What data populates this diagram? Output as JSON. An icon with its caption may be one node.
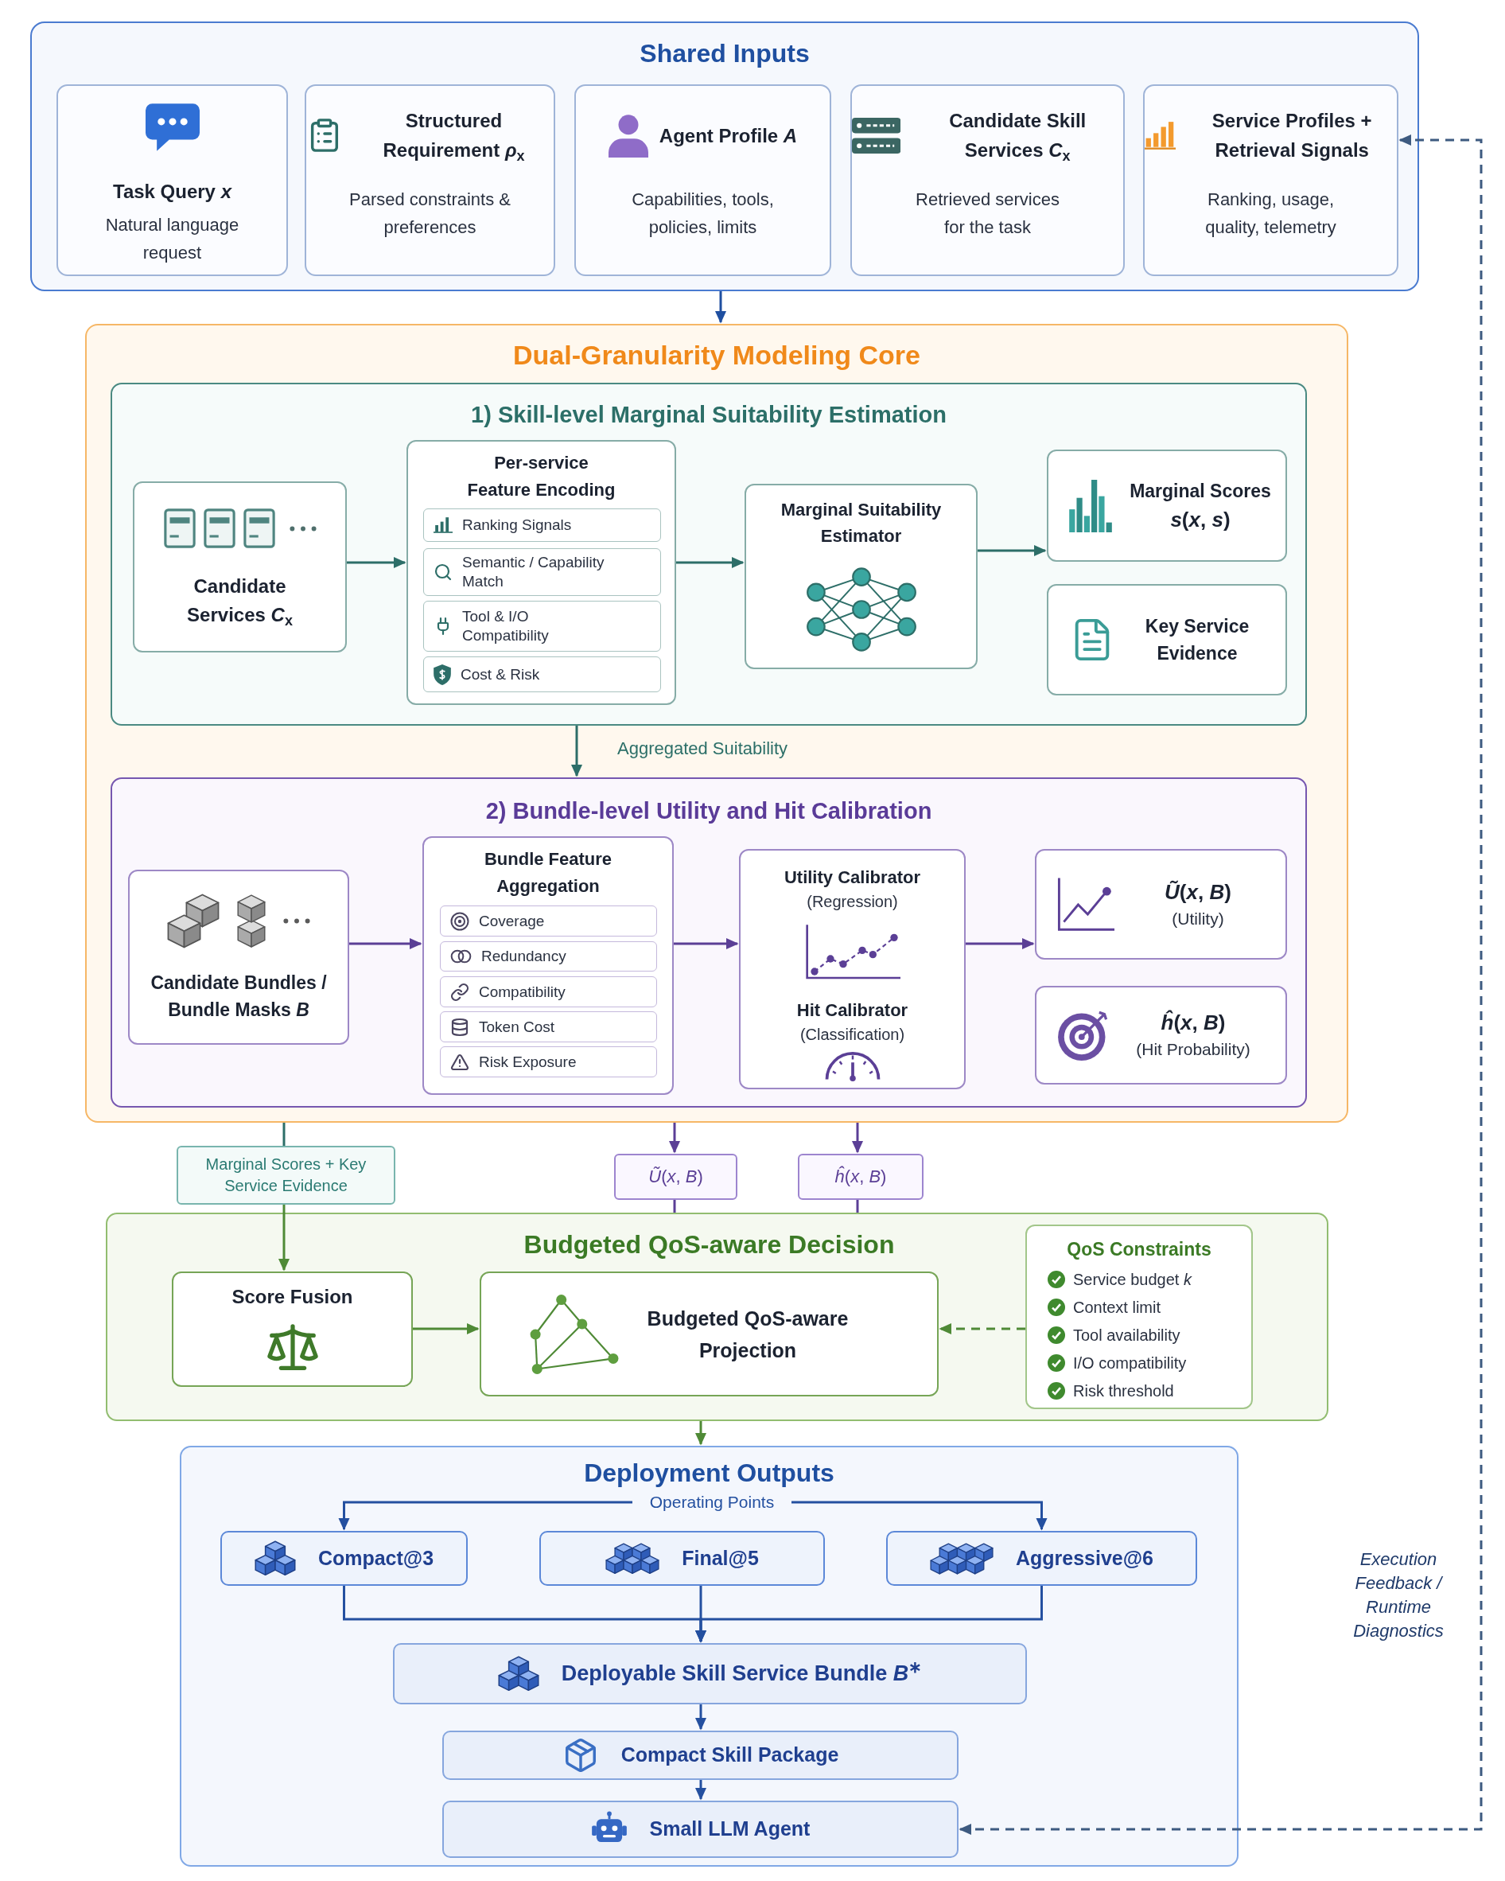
{
  "diagram": {
    "nodes": [
      {
        "text": [
          "Shared Inputs"
        ]
      },
      {
        "text": [
          "Task Query *x*",
          "Natural language request"
        ],
        "in": 0
      },
      {
        "text": [
          "Structured Requirement *ρ*$_{x}$",
          "Parsed constraints & preferences"
        ],
        "in": 0
      },
      {
        "text": [
          "Agent Profile *A*",
          "Capabilities, tools, policies, limits"
        ],
        "in": 0
      },
      {
        "text": [
          "Candidate Skill Services *C*$_{x}$",
          "Retrieved services for the task"
        ],
        "in": 0
      },
      {
        "text": [
          "Service Profiles + Retrieval Signals",
          "Ranking, usage, quality, telemetry"
        ],
        "in": 0
      },
      {
        "text": [
          "Dual-Granularity Modeling Core"
        ]
      },
      {
        "text": [
          "1) Skill-level Marginal Suitability Estimation"
        ],
        "in": 6
      },
      {
        "text": [
          "Candidate Services *C*$_{x}$"
        ],
        "in": 7
      },
      {
        "text": [
          "Per-service Feature Encoding"
        ],
        "in": 7
      },
      {
        "text": [
          "Ranking Signals"
        ],
        "in": 9
      },
      {
        "text": [
          "Semantic / Capability Match"
        ],
        "in": 9
      },
      {
        "text": [
          "Tool & I/O Compatibility"
        ],
        "in": 9
      },
      {
        "text": [
          "Cost & Risk"
        ],
        "in": 9
      },
      {
        "text": [
          "Marginal Suitability Estimator"
        ],
        "in": 7
      },
      {
        "text": [
          "Marginal Scores",
          "*s*(*x*, *s*)"
        ],
        "in": 7
      },
      {
        "text": [
          "Key Service Evidence"
        ],
        "in": 7
      },
      {
        "text": [
          "2) Bundle-level Utility and Hit Calibration"
        ],
        "in": 6
      },
      {
        "text": [
          "Candidate Bundles / Bundle Masks *B*"
        ],
        "in": 17
      },
      {
        "text": [
          "Bundle Feature Aggregation"
        ],
        "in": 17
      },
      {
        "text": [
          "Coverage"
        ],
        "in": 19
      },
      {
        "text": [
          "Redundancy"
        ],
        "in": 19
      },
      {
        "text": [
          "Compatibility"
        ],
        "in": 19
      },
      {
        "text": [
          "Token Cost"
        ],
        "in": 19
      },
      {
        "text": [
          "Risk Exposure"
        ],
        "in": 19
      },
      {
        "text": [
          "Utility Calibrator",
          "(Regression)",
          "Hit Calibrator",
          "(Classification)"
        ],
        "in": 17
      },
      {
        "text": [
          "*Ũ*(*x*, *B*)",
          "(Utility)"
        ],
        "in": 17
      },
      {
        "text": [
          "*ĥ*(*x*, *B*)",
          "(Hit Probability)"
        ],
        "in": 17
      },
      {
        "text": [
          "Marginal Scores + Key Service Evidence"
        ]
      },
      {
        "text": [
          "*Ũ*(*x*, *B*)"
        ]
      },
      {
        "text": [
          "*ĥ*(*x*, *B*)"
        ]
      },
      {
        "text": [
          "Budgeted QoS-aware Decision"
        ]
      },
      {
        "text": [
          "Score Fusion"
        ],
        "in": 31
      },
      {
        "text": [
          "Budgeted QoS-aware Projection"
        ],
        "in": 31
      },
      {
        "text": [
          "QoS Constraints",
          "Service budget *k*",
          "Context limit",
          "Tool availability",
          "I/O compatibility",
          "Risk threshold"
        ],
        "in": 31
      },
      {
        "text": [
          "Deployment Outputs"
        ]
      },
      {
        "text": [
          "Operating Points"
        ],
        "in": 35
      },
      {
        "text": [
          "Compact@3"
        ],
        "in": 35
      },
      {
        "text": [
          "Final@5"
        ],
        "in": 35
      },
      {
        "text": [
          "Aggressive@6"
        ],
        "in": 35
      },
      {
        "text": [
          "Deployable Skill Service Bundle *B*$^{∗}$"
        ],
        "in": 35
      },
      {
        "text": [
          "Compact Skill Package"
        ],
        "in": 35
      },
      {
        "text": [
          "Small LLM Agent"
        ],
        "in": 35
      }
    ],
    "edges": [
      {
        "from": 0,
        "to": 6,
        "arrow": "to",
        "color": "#1f4fa0"
      },
      {
        "from": 8,
        "to": 9,
        "arrow": "to",
        "color": "#2d6e68"
      },
      {
        "from": 9,
        "to": 14,
        "arrow": "to",
        "color": "#2d6e68"
      },
      {
        "from": 14,
        "to": 15,
        "arrow": "to",
        "color": "#2d6e68"
      },
      {
        "from": 18,
        "to": 19,
        "arrow": "to",
        "color": "#5b3f96"
      },
      {
        "from": 19,
        "to": 25,
        "arrow": "to",
        "color": "#5b3f96"
      },
      {
        "from": 25,
        "to": 26,
        "arrow": "to",
        "color": "#5b3f96"
      },
      {
        "from": 7,
        "to": 17,
        "arrow": "to",
        "label": "Aggregated Suitability",
        "color": "#2d6e68"
      },
      {
        "from": 6,
        "to": 28,
        "arrow": "none",
        "color": "#2d6e68"
      },
      {
        "from": 6,
        "to": 29,
        "arrow": "to",
        "color": "#5b3f96"
      },
      {
        "from": 6,
        "to": 30,
        "arrow": "to",
        "color": "#5b3f96"
      },
      {
        "from": 29,
        "to": 31,
        "arrow": "none",
        "color": "#5b3f96"
      },
      {
        "from": 30,
        "to": 31,
        "arrow": "none",
        "color": "#5b3f96"
      },
      {
        "from": 28,
        "to": 32,
        "arrow": "to",
        "color": "#4f8a36"
      },
      {
        "from": 32,
        "to": 33,
        "arrow": "to",
        "color": "#4f8a36"
      },
      {
        "from": 34,
        "to": 33,
        "arrow": "to",
        "style": "dashed",
        "color": "#4f8a36"
      },
      {
        "from": 31,
        "to": 35,
        "arrow": "to",
        "color": "#4f8a36"
      },
      {
        "from": 36,
        "to": 37,
        "arrow": "to",
        "color": "#2450a0"
      },
      {
        "from": 36,
        "to": 39,
        "arrow": "to",
        "color": "#2450a0"
      },
      {
        "from": 37,
        "to": 40,
        "arrow": "to",
        "color": "#2450a0"
      },
      {
        "from": 38,
        "to": 40,
        "arrow": "to",
        "color": "#2450a0"
      },
      {
        "from": 39,
        "to": 40,
        "arrow": "to",
        "color": "#2450a0"
      },
      {
        "from": 40,
        "to": 41,
        "arrow": "to",
        "color": "#2450a0"
      },
      {
        "from": 41,
        "to": 42,
        "arrow": "to",
        "color": "#2450a0"
      },
      {
        "from": 42,
        "to": 5,
        "arrow": "both",
        "style": "dashed",
        "label": "Execution Feedback / Runtime Diagnostics",
        "color": "#3d5a80"
      }
    ]
  }
}
